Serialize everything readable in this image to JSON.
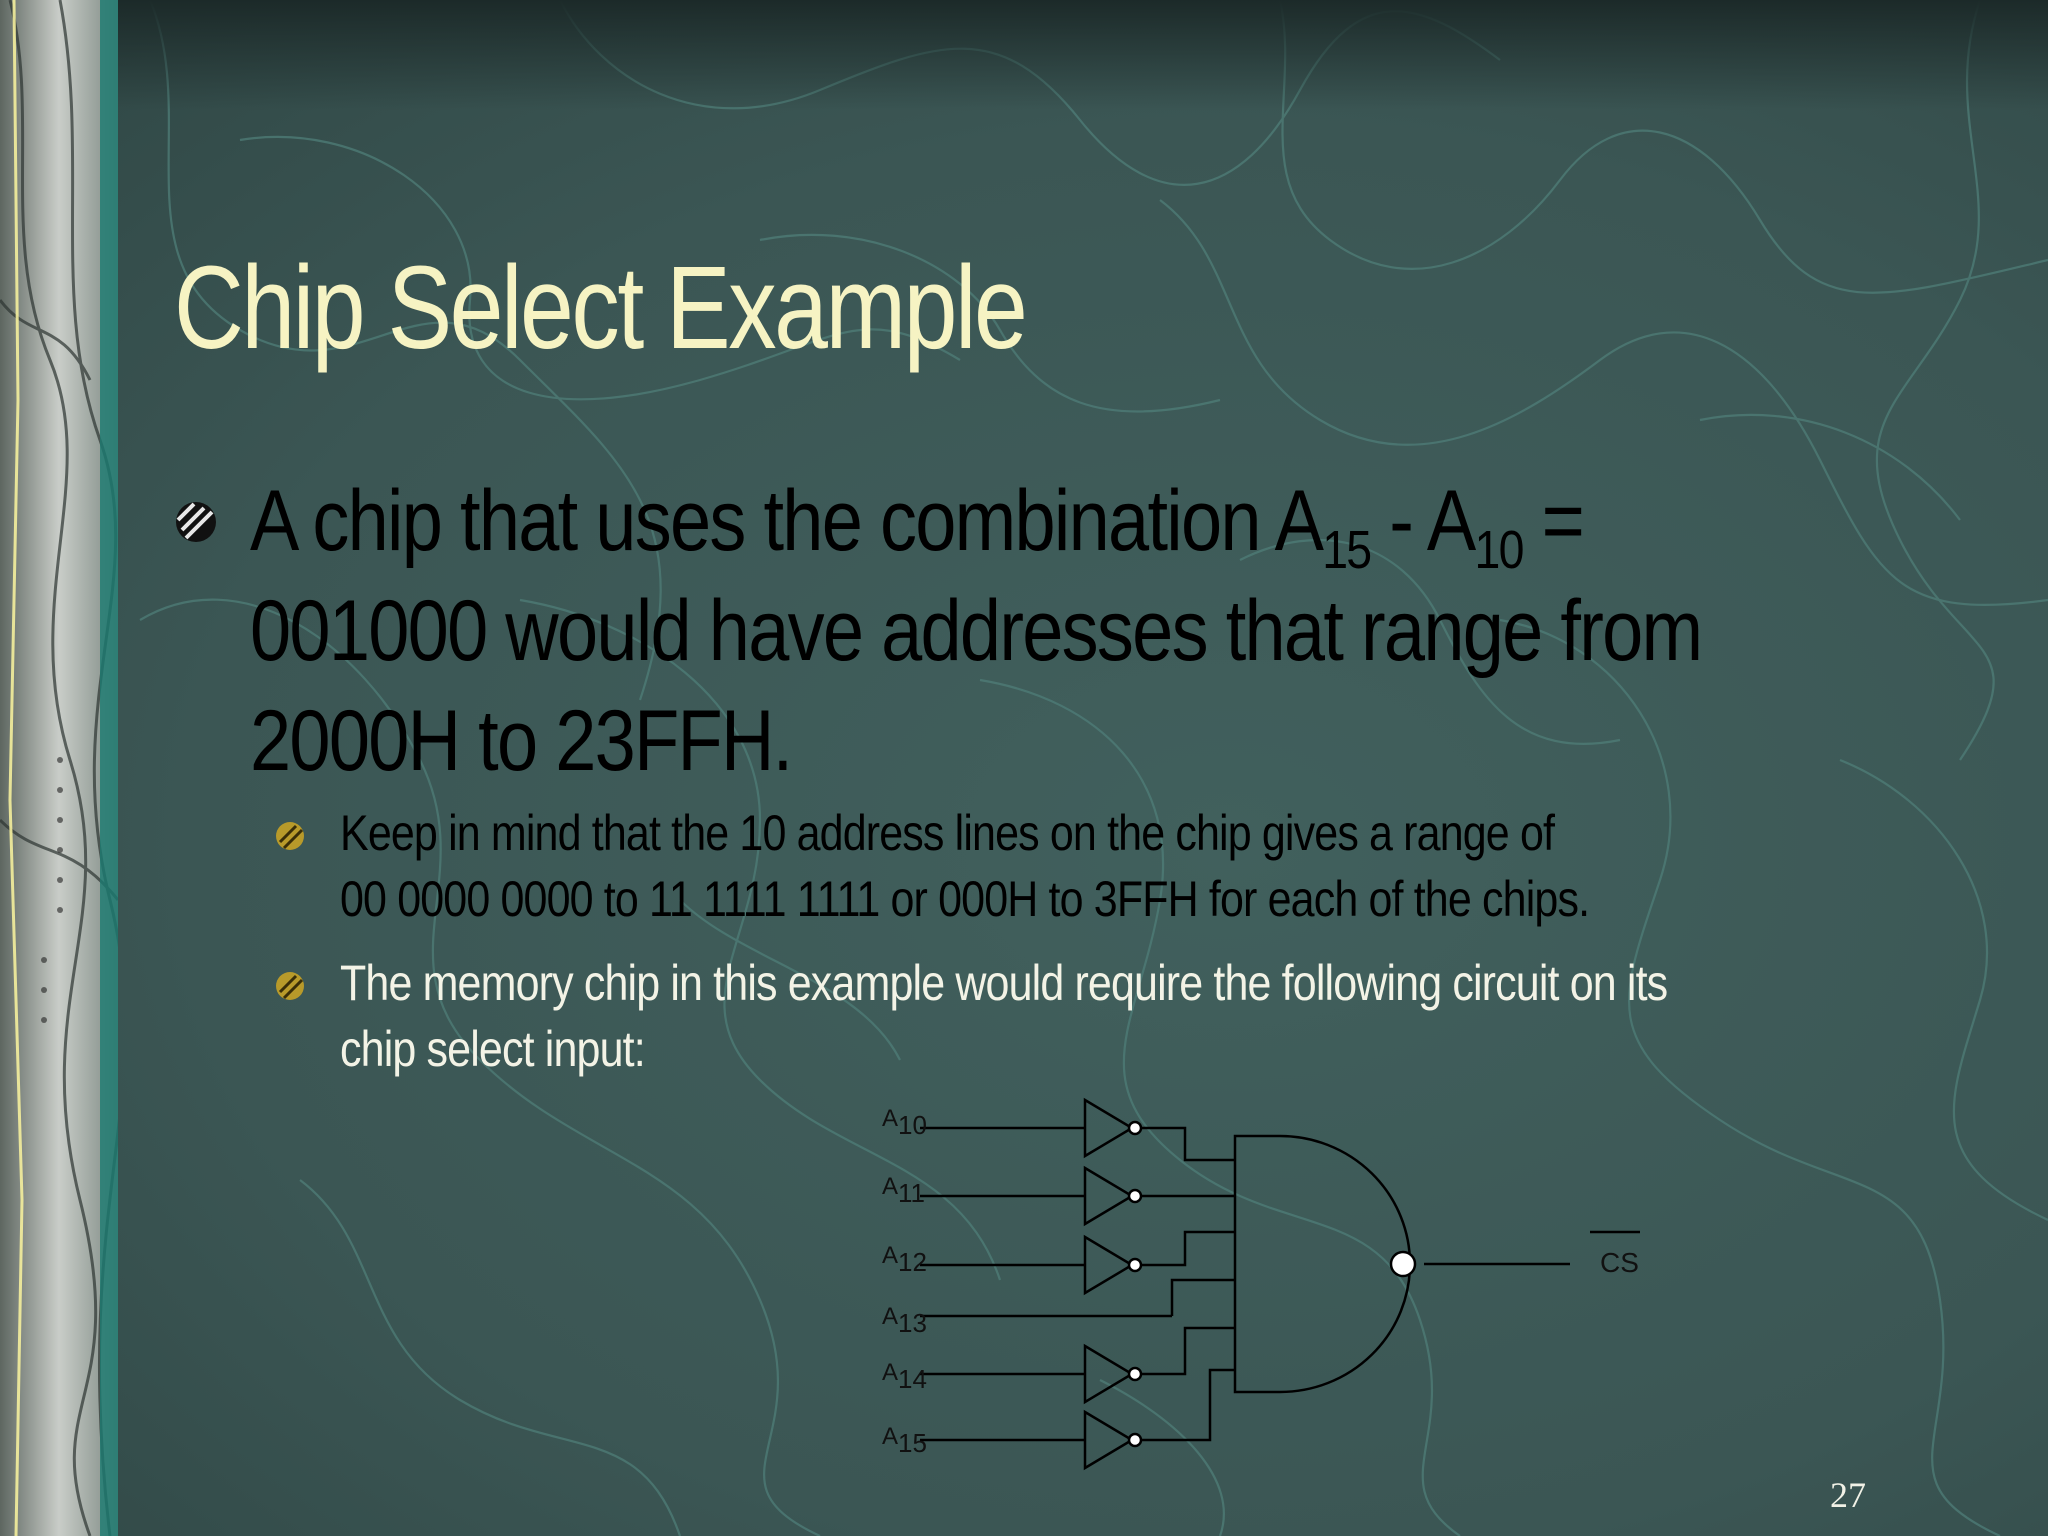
{
  "slide": {
    "title": "Chip Select Example",
    "bullet_main": {
      "line1_text": "A chip that uses the combination A",
      "line1_sub1": "15",
      "line1_mid": "  - A",
      "line1_sub2": "10",
      "line1_end": " =",
      "line2": "001000 would have addresses that range from",
      "line3": "2000H to 23FFH."
    },
    "sub_bullets": [
      {
        "line1": "Keep in mind that the 10 address lines on the chip gives a range of",
        "line2": "00 0000 0000 to 11 1111 1111 or 000H to 3FFH for each of the chips."
      },
      {
        "line1": "The memory chip in this example would require the following circuit on  its",
        "line2": "chip select input:"
      }
    ],
    "circuit": {
      "inputs": [
        {
          "letter": "A",
          "index": "10",
          "inverted": true
        },
        {
          "letter": "A",
          "index": "11",
          "inverted": true
        },
        {
          "letter": "A",
          "index": "12",
          "inverted": true
        },
        {
          "letter": "A",
          "index": "13",
          "inverted": false
        },
        {
          "letter": "A",
          "index": "14",
          "inverted": true
        },
        {
          "letter": "A",
          "index": "15",
          "inverted": true
        }
      ],
      "output_label": "CS",
      "gate": "NAND"
    },
    "page_number": "27",
    "colors": {
      "background": "#3e5a58",
      "title": "#f6f3c3",
      "body_text": "#000000",
      "light_text": "#f3f3e6",
      "topo_lines": "#4f7e78"
    }
  }
}
